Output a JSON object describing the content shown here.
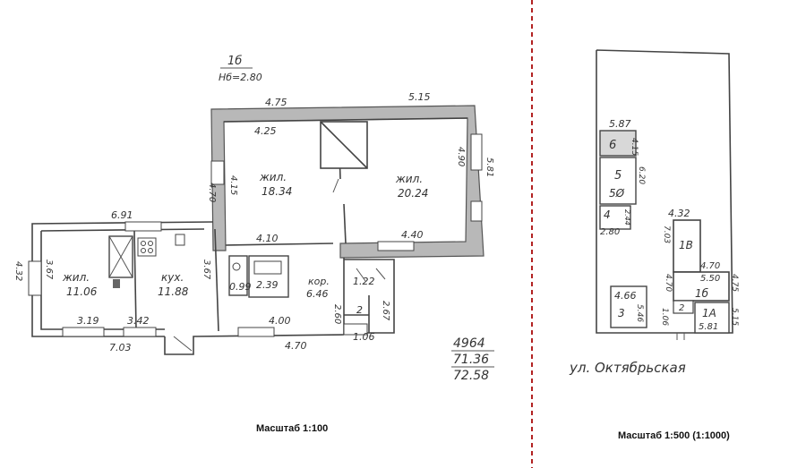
{
  "floorplan": {
    "header_number": "1б",
    "height_note": "Нб=2.80",
    "dims": {
      "top_left": "4.75",
      "top_right": "5.15",
      "inner_top": "4.25",
      "left_a": "4.70",
      "left_b": "4.15",
      "right_a": "4.90",
      "right_b": "5.81",
      "wing_top": "6.91",
      "wing_left_a": "4.32",
      "wing_left_b": "3.67",
      "corridor_top": "4.10",
      "corridor_mid": "3.67",
      "bath_a": "0.99",
      "bath_b": "2.39",
      "closet_a": "1.22",
      "closet_b": "2.67",
      "closet_c": "2.60",
      "right_lower": "4.40",
      "bottom_a": "3.19",
      "bottom_b": "3.42",
      "bottom_c": "7.03",
      "bottom_d": "4.00",
      "bottom_e": "4.70",
      "bottom_f": "1.06"
    },
    "rooms": {
      "living1_name": "жил.",
      "living1_area": "18.34",
      "living2_name": "жил.",
      "living2_area": "20.24",
      "living3_name": "жил.",
      "living3_area": "11.06",
      "kitchen_name": "кух.",
      "kitchen_area": "11.88",
      "corridor_name": "кор.",
      "corridor_area": "6.46",
      "closet_num": "2"
    },
    "totals": {
      "total": "4964",
      "area_a": "71.36",
      "area_b": "72.58"
    },
    "scale_label": "Масштаб 1:100"
  },
  "siteplan": {
    "blocks": {
      "b6_dim": "5.87",
      "b6_label": "6",
      "b6_side": "4.15",
      "b5_label": "5",
      "b5_sub": "5Ø",
      "b5_side": "6.20",
      "b4_label": "4",
      "b4_side_a": "2.44",
      "b4_side_b": "2.80",
      "b1v_top": "4.32",
      "b1v_side": "7.03",
      "b1v_label": "1В",
      "b1b_top": "4.70",
      "b1b_a": "5.50",
      "b1b_b": "4.75",
      "b1b_label": "1б",
      "b1b_left": "4.70",
      "b3_top": "4.66",
      "b3_label": "3",
      "b3_side": "5.46",
      "b2_label": "2",
      "b1a_label": "1А",
      "b1a_dim": "5.81",
      "left_dim": "1.06",
      "right_dim": "5.15"
    },
    "street": "ул. Октябрьская",
    "scale_label": "Масштаб 1:500 (1:1000)"
  },
  "colors": {
    "divider": "#b22222",
    "wall": "#b8b8b8",
    "ink": "#333333"
  }
}
